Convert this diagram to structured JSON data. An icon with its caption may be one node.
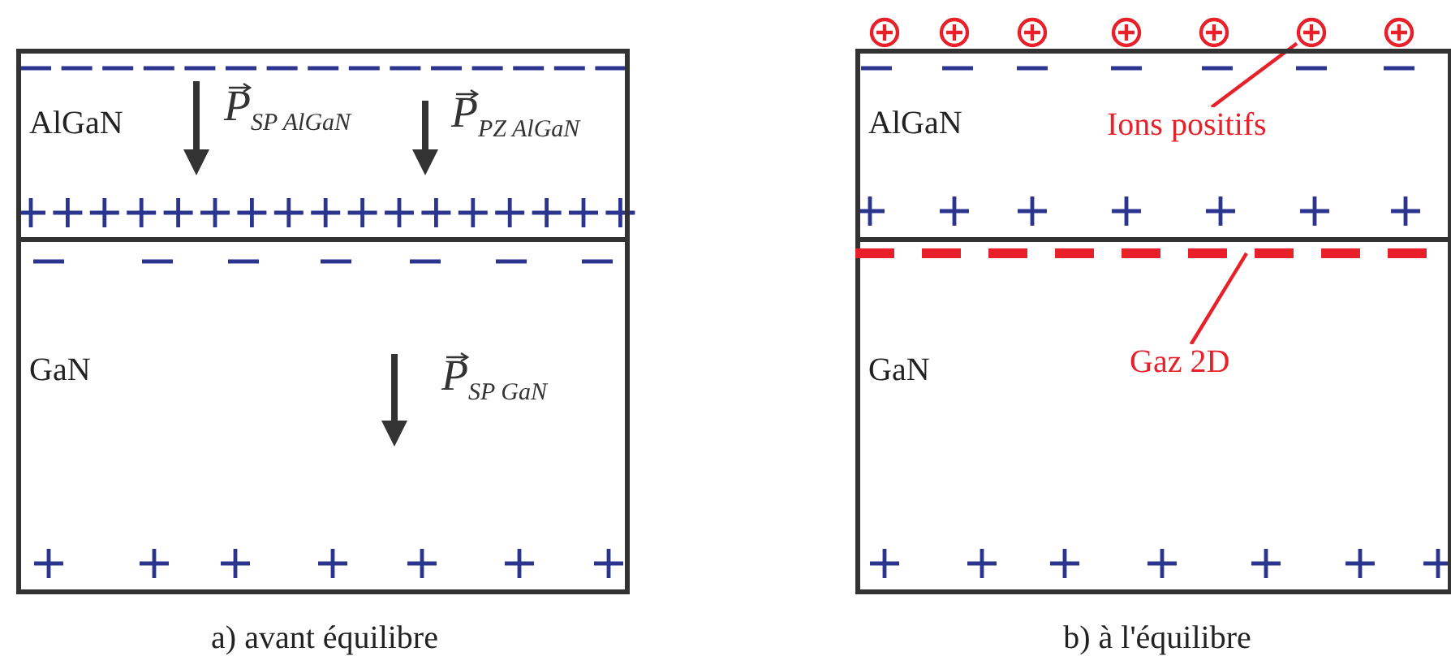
{
  "diagram": {
    "nodes": [
      {
        "text": [
          "AlGaN"
        ]
      },
      {
        "text": [
          "GaN"
        ]
      },
      {
        "text": [
          "AlGaN"
        ]
      },
      {
        "text": [
          "GaN"
        ]
      },
      {
        "text": [
          "Ions positifs"
        ],
        "in": 2
      },
      {
        "text": [],
        "shape": "circle"
      },
      {
        "text": [
          "Gaz 2D"
        ],
        "in": 3
      },
      {
        "text": [],
        "shape": "bar",
        "in": 3
      }
    ],
    "edges": [
      {
        "from": 4,
        "to": 5,
        "arrow": "none",
        "color": "#e8202a"
      },
      {
        "from": 6,
        "to": 7,
        "arrow": "none",
        "color": "#e8202a"
      }
    ],
    "labels": [
      "P$_{SP AlGaN}$",
      "P$_{PZ AlGaN}$",
      "P$_{SP GaN}$",
      "a) avant équilibre",
      "b) à l'équilibre"
    ]
  }
}
